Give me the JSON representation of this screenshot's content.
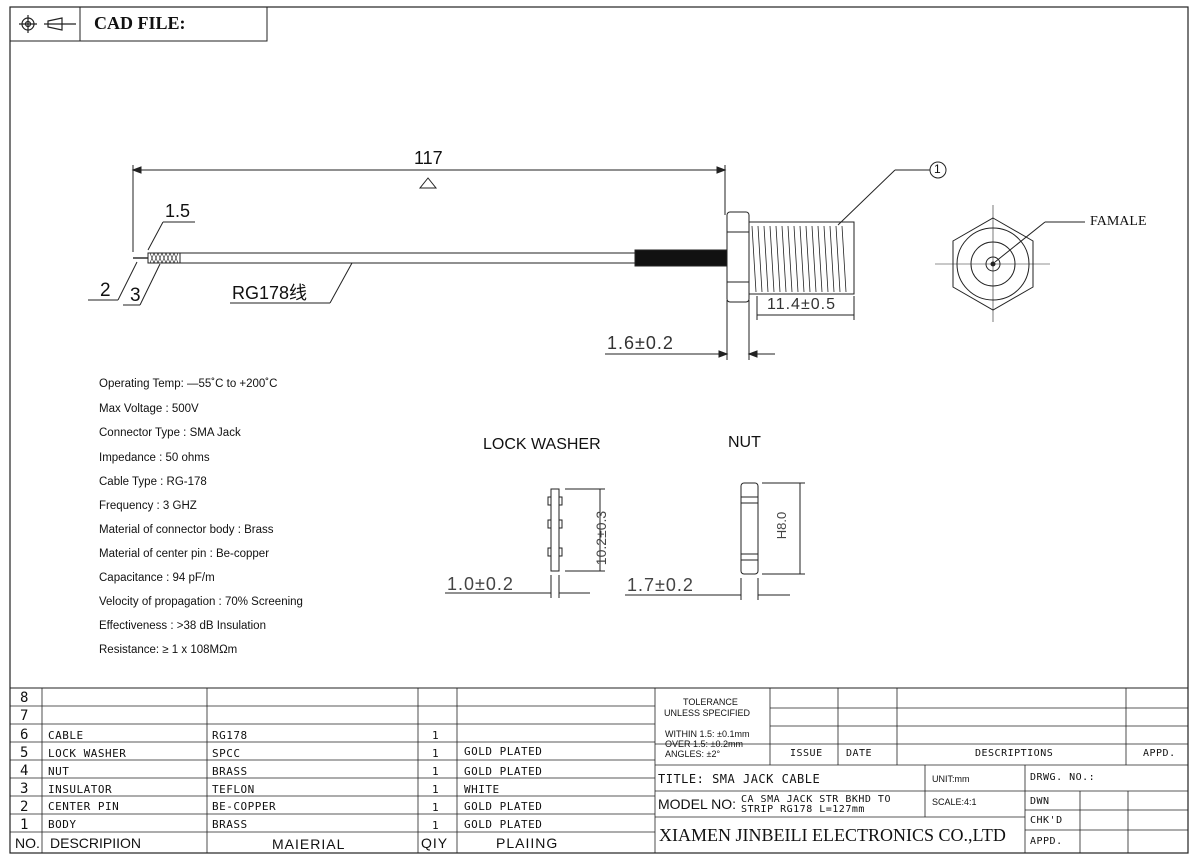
{
  "header": {
    "cad_file_label": "CAD FILE:"
  },
  "drawing": {
    "dim_length": "117",
    "dim_strip": "1.5",
    "callout_2": "2",
    "callout_3": "3",
    "cable_label": "RG178线",
    "dim_thread": "11.4±0.5",
    "dim_flange": "1.6±0.2",
    "balloon_1": "1",
    "famale": "FAMALE",
    "lock_washer_title": "LOCK WASHER",
    "nut_title": "NUT",
    "dim_washer_h": "10.2±0.3",
    "dim_washer_t": "1.0±0.2",
    "dim_nut_h": "H8.0",
    "dim_nut_t": "1.7±0.2"
  },
  "specs": [
    "Operating Temp: —55˚C to +200˚C",
    "Max Voltage : 500V",
    "Connector Type :  SMA Jack",
    "Impedance : 50 ohms",
    "Cable Type : RG-178",
    "Frequency : 3 GHZ",
    "Material of connector body : Brass",
    "Material of center pin : Be-copper",
    "Capacitance : 94 pF/m",
    "Velocity of propagation : 70% Screening",
    "Effectiveness : >38 dB Insulation",
    "Resistance: ≥ 1 x 108MΩm"
  ],
  "bom": {
    "rows": [
      {
        "no": "8",
        "desc": "",
        "mat": "",
        "qty": "",
        "plat": ""
      },
      {
        "no": "7",
        "desc": "",
        "mat": "",
        "qty": "",
        "plat": ""
      },
      {
        "no": "6",
        "desc": "CABLE",
        "mat": "RG178",
        "qty": "1",
        "plat": ""
      },
      {
        "no": "5",
        "desc": "LOCK WASHER",
        "mat": "SPCC",
        "qty": "1",
        "plat": "GOLD PLATED"
      },
      {
        "no": "4",
        "desc": "NUT",
        "mat": "BRASS",
        "qty": "1",
        "plat": "GOLD PLATED"
      },
      {
        "no": "3",
        "desc": "INSULATOR",
        "mat": "TEFLON",
        "qty": "1",
        "plat": "WHITE"
      },
      {
        "no": "2",
        "desc": "CENTER PIN",
        "mat": "BE-COPPER",
        "qty": "1",
        "plat": "GOLD PLATED"
      },
      {
        "no": "1",
        "desc": "BODY",
        "mat": "BRASS",
        "qty": "1",
        "plat": "GOLD PLATED"
      }
    ],
    "headers": {
      "no": "NO.",
      "desc": "DESCRIPIION",
      "mat": "MAIERIAL",
      "qty": "QIY",
      "plat": "PLAIING"
    }
  },
  "title_block": {
    "tolerance": "TOLERANCE",
    "unless": "UNLESS SPECIFIED",
    "within": "WITHIN 1.5: ±0.1mm",
    "over": "OVER 1.5:  ±0.2mm",
    "angles": "ANGLES: ±2°",
    "issue": "ISSUE",
    "date": "DATE",
    "descriptions": "DESCRIPTIONS",
    "appd": "APPD.",
    "title": "TITLE: SMA JACK CABLE",
    "unit": "UNIT:mm",
    "drwg_no": "DRWG. NO.:",
    "model_label": "MODEL NO:",
    "model_1": "CA SMA JACK STR BKHD TO",
    "model_2": "STRIP RG178 L=127mm",
    "scale": "SCALE:4:1",
    "dwn": "DWN",
    "chkd": "CHK'D",
    "appd2": "APPD.",
    "company": "XIAMEN JINBEILI ELECTRONICS CO.,LTD"
  }
}
